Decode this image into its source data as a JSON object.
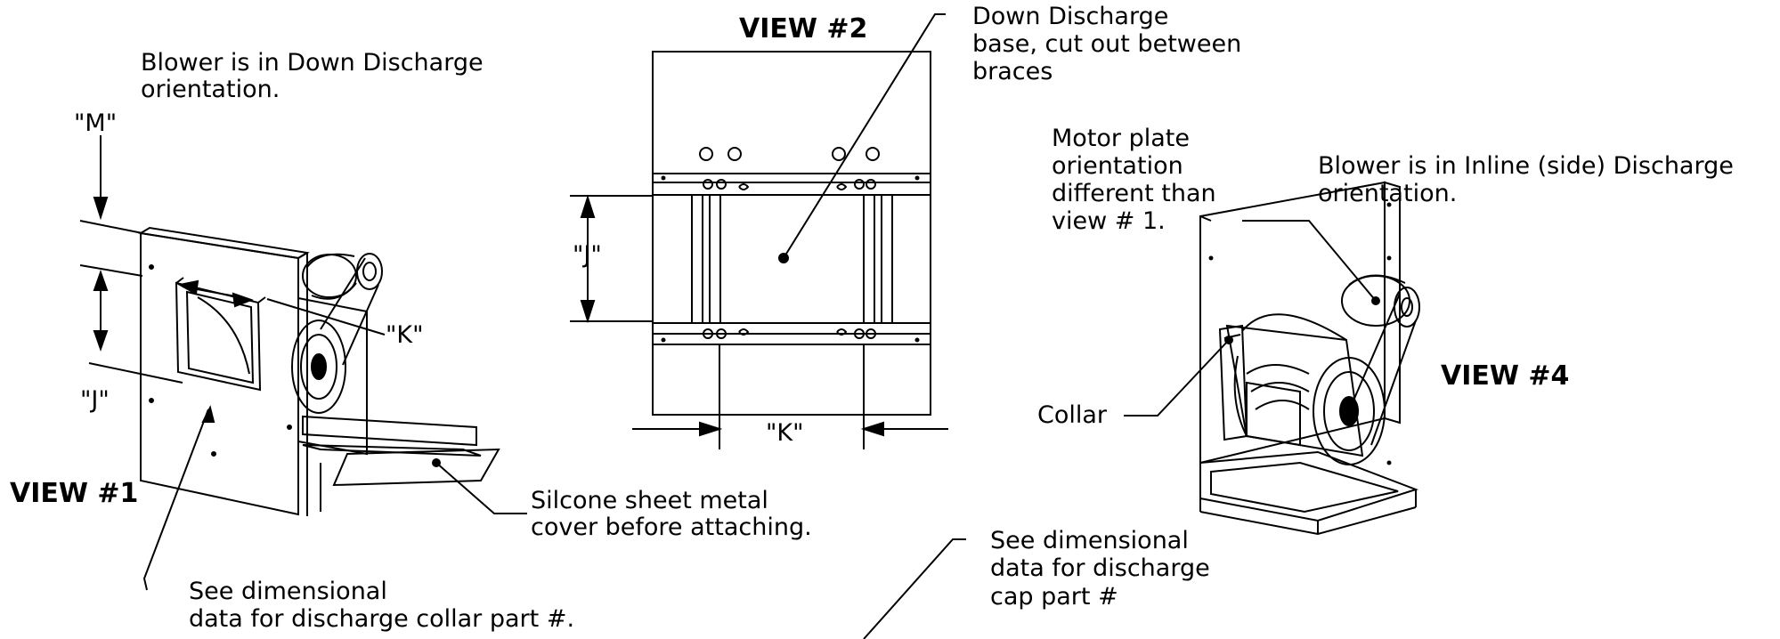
{
  "view1": {
    "title": "VIEW #1",
    "note_line1": "Blower is in Down Discharge",
    "note_line2": "orientation.",
    "dim_m": "\"M\"",
    "dim_j": "\"J\"",
    "dim_k": "\"K\"",
    "callout_cover_line1": "Silcone sheet metal",
    "callout_cover_line2": "cover before attaching.",
    "callout_collar_line1": "See dimensional",
    "callout_collar_line2": "data for discharge collar part #."
  },
  "view2": {
    "title": "VIEW #2",
    "callout_line1": "Down Discharge",
    "callout_line2": "base, cut out between",
    "callout_line3": "braces",
    "dim_j": "\"J\"",
    "dim_k": "\"K\""
  },
  "view3": {
    "callout_line1": "See dimensional",
    "callout_line2": "data for discharge",
    "callout_line3": "cap part #"
  },
  "view4": {
    "title": "VIEW #4",
    "motor_line1": "Motor plate",
    "motor_line2": "orientation",
    "motor_line3": "different than",
    "motor_line4": "view # 1.",
    "note_line1": "Blower is in Inline (side) Discharge",
    "note_line2": "orientation.",
    "collar_label": "Collar"
  }
}
